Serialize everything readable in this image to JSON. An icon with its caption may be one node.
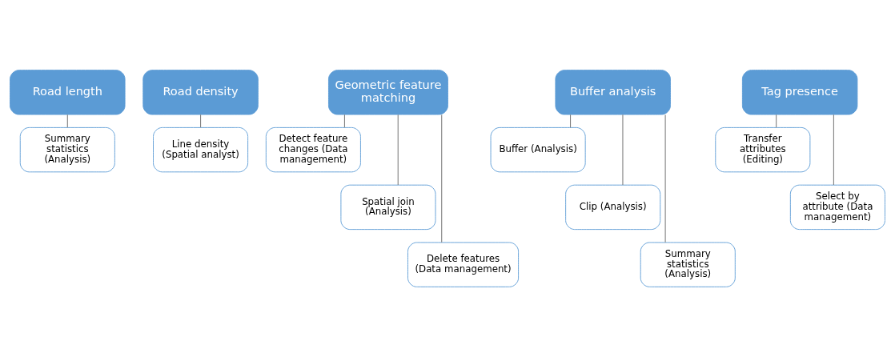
{
  "diagram": {
    "nodes": [
      {
        "text": [
          "Road length"
        ]
      },
      {
        "text": [
          "Summary statistics (Analysis)"
        ]
      },
      {
        "text": [
          "Road density"
        ]
      },
      {
        "text": [
          "Line density (Spatial analyst)"
        ]
      },
      {
        "text": [
          "Geometric feature matching"
        ]
      },
      {
        "text": [
          "Detect feature changes (Data management)"
        ]
      },
      {
        "text": [
          "Spatial join (Analysis)"
        ]
      },
      {
        "text": [
          "Delete features (Data management)"
        ]
      },
      {
        "text": [
          "Buffer analysis"
        ]
      },
      {
        "text": [
          "Buffer (Analysis)"
        ]
      },
      {
        "text": [
          "Clip (Analysis)"
        ]
      },
      {
        "text": [
          "Summary statistics (Analysis)"
        ]
      },
      {
        "text": [
          "Tag presence"
        ]
      },
      {
        "text": [
          "Transfer attributes (Editing)"
        ]
      },
      {
        "text": [
          "Select by attribute (Data management)"
        ]
      }
    ],
    "edges": [
      {
        "from": 0,
        "to": 1,
        "arrow": "none"
      },
      {
        "from": 2,
        "to": 3,
        "arrow": "none"
      },
      {
        "from": 4,
        "to": 5,
        "arrow": "none"
      },
      {
        "from": 4,
        "to": 6,
        "arrow": "none"
      },
      {
        "from": 4,
        "to": 7,
        "arrow": "none"
      },
      {
        "from": 8,
        "to": 9,
        "arrow": "none"
      },
      {
        "from": 8,
        "to": 10,
        "arrow": "none"
      },
      {
        "from": 8,
        "to": 11,
        "arrow": "none"
      },
      {
        "from": 12,
        "to": 13,
        "arrow": "none"
      },
      {
        "from": 12,
        "to": 14,
        "arrow": "none"
      }
    ]
  }
}
